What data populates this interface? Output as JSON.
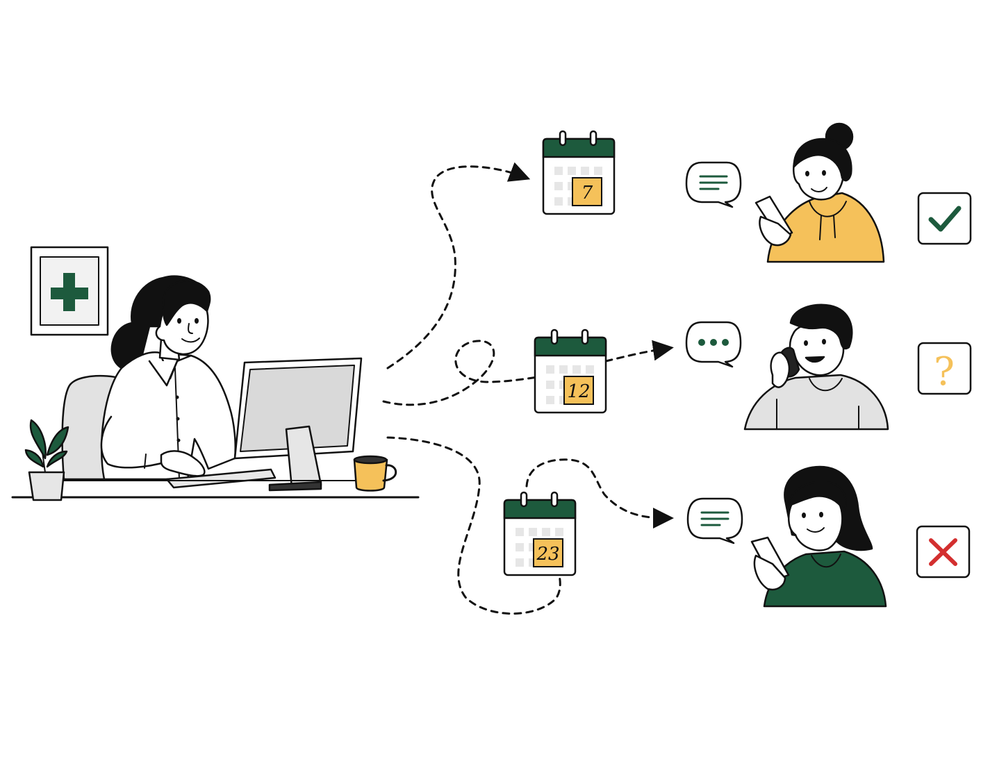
{
  "colors": {
    "ink": "#111111",
    "green": "#1d5a3d",
    "yellow": "#f5c15a",
    "gray": "#e6e6e6",
    "red": "#d32f2f",
    "white": "#ffffff"
  },
  "appointments": [
    {
      "date": "7",
      "message": "text",
      "status": "confirmed",
      "status_icon": "checkmark-icon"
    },
    {
      "date": "12",
      "message": "typing",
      "status": "pending",
      "status_icon": "question-mark-icon",
      "status_glyph": "?"
    },
    {
      "date": "23",
      "message": "text",
      "status": "cancelled",
      "status_icon": "cross-icon"
    }
  ]
}
